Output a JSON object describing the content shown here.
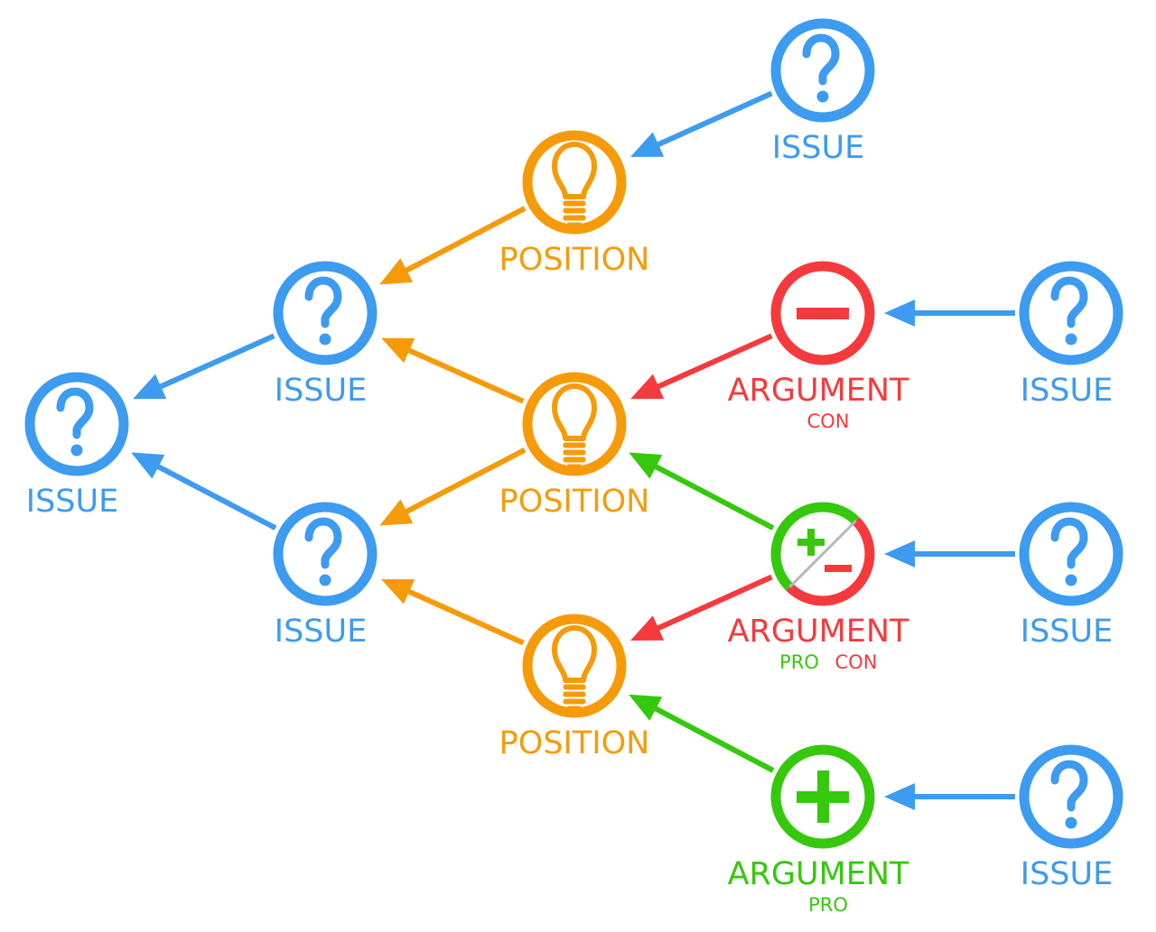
{
  "colors": {
    "issue": "#3d9bf0",
    "position": "#f59b0a",
    "con": "#f53a3d",
    "pro": "#36c80d",
    "divider": "#b8b8b8"
  },
  "labels": {
    "issue": "ISSUE",
    "position": "POSITION",
    "argument": "ARGUMENT",
    "pro": "PRO",
    "con": "CON",
    "question_mark": "?"
  },
  "nodes": [
    {
      "id": "issue-root",
      "kind": "issue"
    },
    {
      "id": "issue-upper",
      "kind": "issue"
    },
    {
      "id": "issue-lower",
      "kind": "issue"
    },
    {
      "id": "position-top",
      "kind": "position"
    },
    {
      "id": "position-middle",
      "kind": "position"
    },
    {
      "id": "position-bottom",
      "kind": "position"
    },
    {
      "id": "issue-top-right",
      "kind": "issue"
    },
    {
      "id": "argument-con",
      "kind": "argument",
      "stance": "con"
    },
    {
      "id": "argument-procon",
      "kind": "argument",
      "stance": "pro-con"
    },
    {
      "id": "argument-pro",
      "kind": "argument",
      "stance": "pro"
    },
    {
      "id": "issue-right-con",
      "kind": "issue"
    },
    {
      "id": "issue-right-procon",
      "kind": "issue"
    },
    {
      "id": "issue-right-pro",
      "kind": "issue"
    }
  ],
  "edges": [
    {
      "from": "issue-upper",
      "to": "issue-root",
      "type": "issue"
    },
    {
      "from": "issue-lower",
      "to": "issue-root",
      "type": "issue"
    },
    {
      "from": "position-top",
      "to": "issue-upper",
      "type": "position"
    },
    {
      "from": "position-middle",
      "to": "issue-upper",
      "type": "position"
    },
    {
      "from": "position-middle",
      "to": "issue-lower",
      "type": "position"
    },
    {
      "from": "position-bottom",
      "to": "issue-lower",
      "type": "position"
    },
    {
      "from": "issue-top-right",
      "to": "position-top",
      "type": "issue"
    },
    {
      "from": "argument-con",
      "to": "position-middle",
      "type": "con"
    },
    {
      "from": "argument-procon",
      "to": "position-middle",
      "type": "pro"
    },
    {
      "from": "argument-procon",
      "to": "position-bottom",
      "type": "con"
    },
    {
      "from": "argument-pro",
      "to": "position-bottom",
      "type": "pro"
    },
    {
      "from": "issue-right-con",
      "to": "argument-con",
      "type": "issue"
    },
    {
      "from": "issue-right-procon",
      "to": "argument-procon",
      "type": "issue"
    },
    {
      "from": "issue-right-pro",
      "to": "argument-pro",
      "type": "issue"
    }
  ]
}
